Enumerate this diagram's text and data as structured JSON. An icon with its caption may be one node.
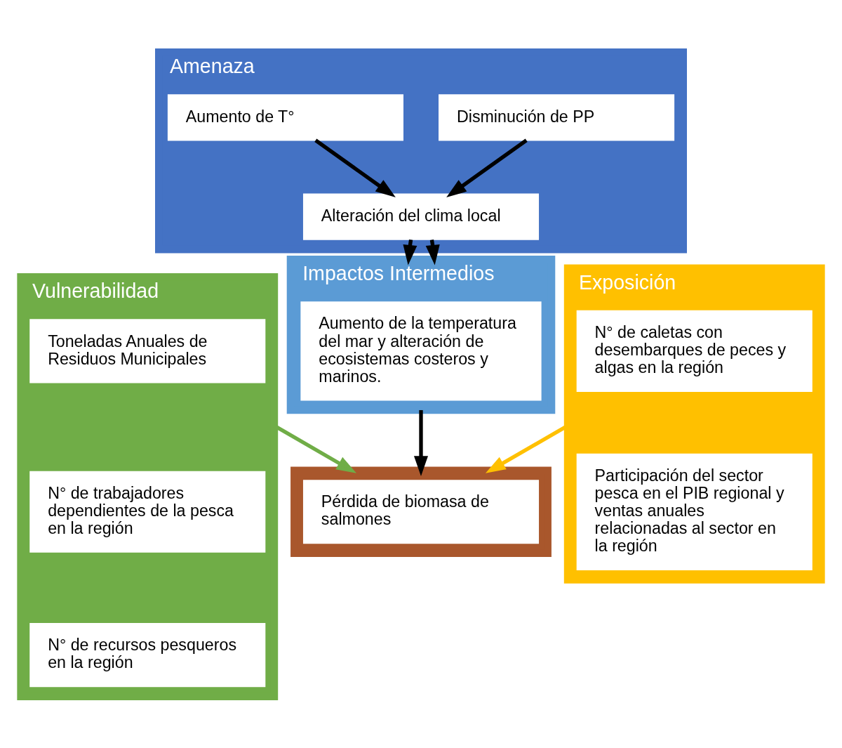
{
  "diagram": {
    "nodes": [
      {
        "text": [
          "Amenaza"
        ]
      },
      {
        "text": [
          "Aumento de T°"
        ],
        "in": 0
      },
      {
        "text": [
          "Disminución de PP"
        ],
        "in": 0
      },
      {
        "text": [
          "Alteración del clima local"
        ],
        "in": 0
      },
      {
        "text": [
          "Vulnerabilidad"
        ]
      },
      {
        "text": [
          "Toneladas Anuales de Residuos Municipales"
        ],
        "in": 4
      },
      {
        "text": [
          "N° de trabajadores dependientes de la pesca en la región"
        ],
        "in": 4
      },
      {
        "text": [
          "N° de recursos pesqueros en la región"
        ],
        "in": 4
      },
      {
        "text": [
          "Exposición"
        ]
      },
      {
        "text": [
          "N° de caletas con desembarques de peces y algas en la región"
        ],
        "in": 8
      },
      {
        "text": [
          "Participación del sector pesca en el PIB regional y ventas anuales relacionadas al sector en la región"
        ],
        "in": 8
      },
      {
        "text": [
          "Impactos Intermedios"
        ]
      },
      {
        "text": [
          "Aumento de la temperatura del mar y alteración de ecosistemas costeros y marinos."
        ],
        "in": 11
      },
      {
        "text": [],
        "shape": "box"
      },
      {
        "text": [
          "Pérdida de biomasa de salmones"
        ],
        "in": 13
      }
    ],
    "edges": [
      {
        "from": 1,
        "to": 3,
        "arrow": "to"
      },
      {
        "from": 2,
        "to": 3,
        "arrow": "to"
      },
      {
        "from": 3,
        "to": 11,
        "arrow": "to"
      },
      {
        "from": 3,
        "to": 11,
        "arrow": "to"
      },
      {
        "from": 11,
        "to": 13,
        "arrow": "to"
      },
      {
        "from": 8,
        "to": 13,
        "arrow": "to",
        "color": "#ffc000"
      },
      {
        "from": 4,
        "to": 13,
        "arrow": "to",
        "color": "#70ad47"
      }
    ]
  }
}
